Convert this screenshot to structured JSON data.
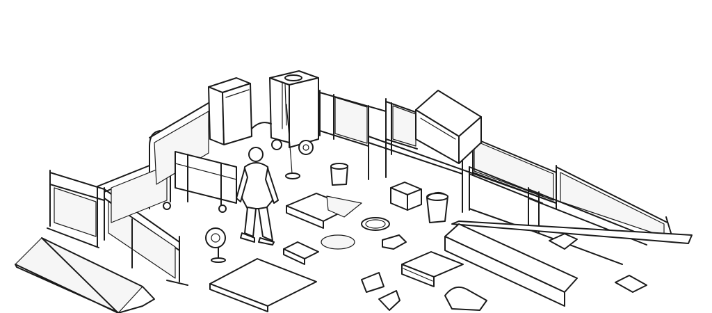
{
  "scene": {
    "style": "black-and-white line drawing",
    "background": "#ffffff",
    "ink": "#1a1a1a",
    "objects": [
      "barrier-fence",
      "containment-curtain",
      "hepa-air-unit",
      "water-tank-on-wheels",
      "worker-in-protective-suit",
      "wheeled-cart",
      "equipment-box",
      "floor-mat",
      "folded-sheets",
      "bucket",
      "hose-coil",
      "gloves",
      "boot-cover",
      "fan",
      "absorbent-granules",
      "speed-bump-ramp"
    ]
  }
}
